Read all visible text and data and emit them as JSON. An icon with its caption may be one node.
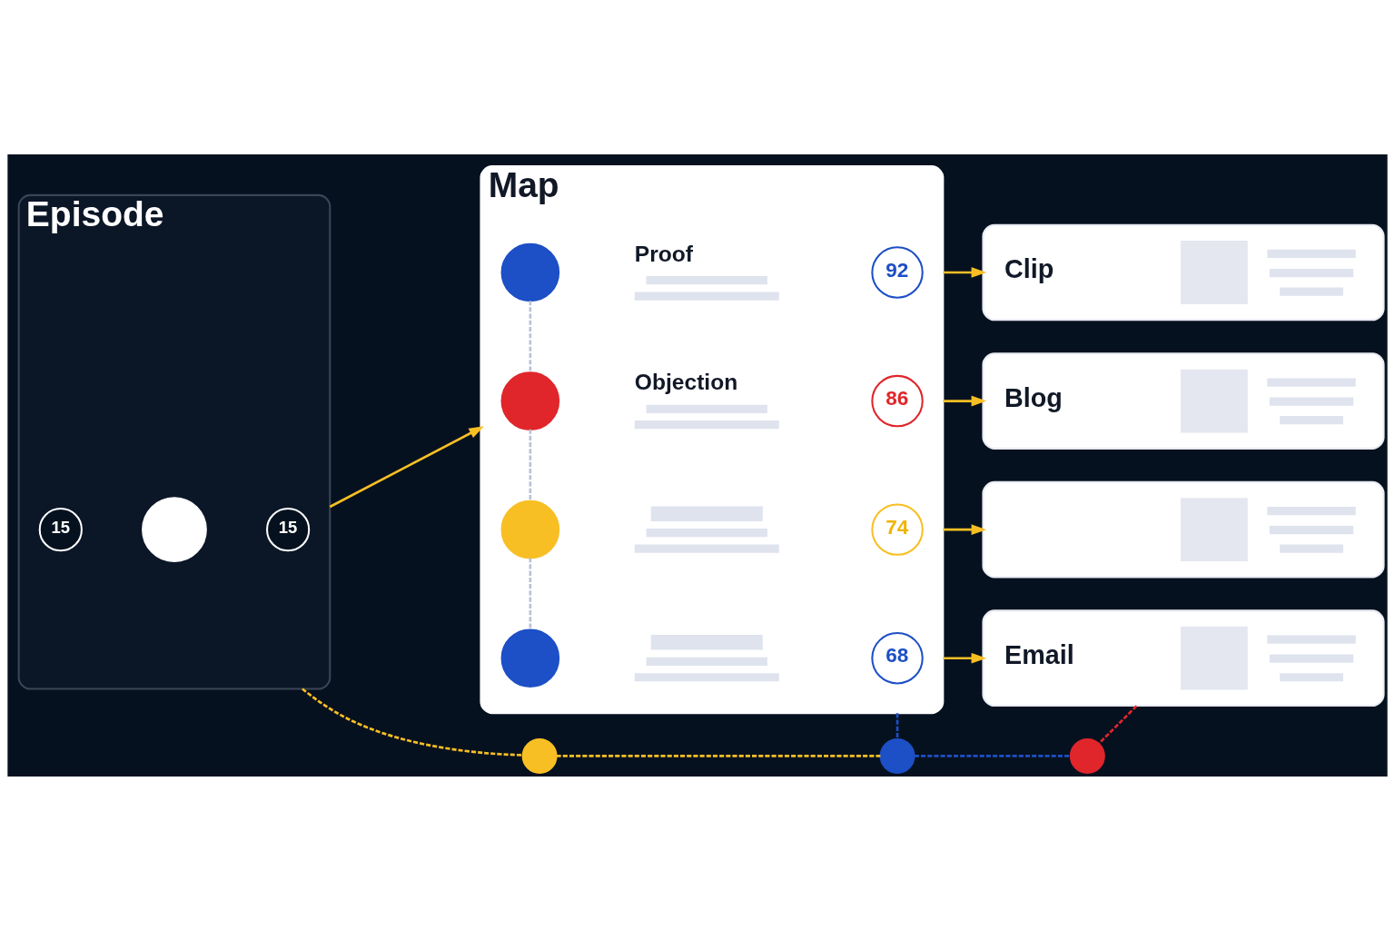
{
  "diagram": {
    "nodes": [
      {
        "text": [
          "Episode"
        ]
      },
      {
        "text": [
          "15"
        ],
        "in": 0
      },
      {
        "text": [],
        "shape": "circle",
        "in": 0
      },
      {
        "text": [
          "15"
        ],
        "in": 0
      },
      {
        "text": [
          "Map"
        ]
      },
      {
        "text": [],
        "shape": "circle",
        "in": 4,
        "beside": [
          "Proof"
        ]
      },
      {
        "text": [
          "92"
        ],
        "in": 4
      },
      {
        "text": [],
        "shape": "circle",
        "in": 4,
        "beside": [
          "Objection"
        ]
      },
      {
        "text": [
          "86"
        ],
        "in": 4
      },
      {
        "text": [],
        "shape": "circle",
        "in": 4
      },
      {
        "text": [
          "74"
        ],
        "in": 4
      },
      {
        "text": [],
        "shape": "circle",
        "in": 4
      },
      {
        "text": [
          "68"
        ],
        "in": 4
      },
      {
        "text": [
          "Clip"
        ]
      },
      {
        "text": [
          "Blog"
        ]
      },
      {
        "text": [],
        "shape": "box"
      },
      {
        "text": [
          "Email"
        ]
      },
      {
        "text": [],
        "shape": "circle"
      },
      {
        "text": [],
        "shape": "circle"
      },
      {
        "text": [],
        "shape": "circle"
      }
    ],
    "edges": [
      {
        "from": 0,
        "to": 4,
        "arrow": "to"
      },
      {
        "from": 4,
        "to": 13,
        "arrow": "to"
      },
      {
        "from": 4,
        "to": 14,
        "arrow": "to"
      },
      {
        "from": 4,
        "to": 15,
        "arrow": "to"
      },
      {
        "from": 4,
        "to": 16,
        "arrow": "to"
      },
      {
        "from": 5,
        "to": 7,
        "arrow": "none",
        "style": "dashed",
        "color": "#b9c2d3"
      },
      {
        "from": 7,
        "to": 9,
        "arrow": "none",
        "style": "dashed",
        "color": "#b9c2d3"
      },
      {
        "from": 9,
        "to": 11,
        "arrow": "none",
        "style": "dashed",
        "color": "#b9c2d3"
      },
      {
        "from": 0,
        "to": 17,
        "arrow": "none",
        "style": "dashed"
      },
      {
        "from": 4,
        "to": 18,
        "arrow": "none",
        "style": "dashed",
        "color": "#1d4fc6"
      },
      {
        "from": 16,
        "to": 19,
        "arrow": "none",
        "style": "dashed",
        "color": "#e0262b"
      },
      {
        "from": 17,
        "to": 18,
        "arrow": "none",
        "style": "dashed"
      },
      {
        "from": 18,
        "to": 19,
        "arrow": "none",
        "style": "dashed",
        "color": "#1d4fc6"
      }
    ]
  }
}
